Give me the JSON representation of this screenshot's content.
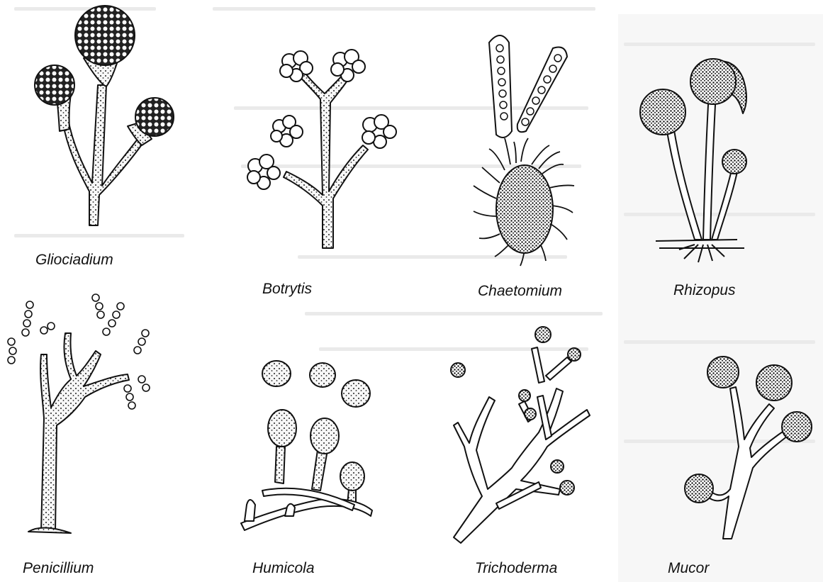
{
  "figure": {
    "specimens": [
      {
        "key": "gliocladium",
        "label": "Gliociadium"
      },
      {
        "key": "botrytis",
        "label": "Botrytis"
      },
      {
        "key": "chaetomium",
        "label": "Chaetomium"
      },
      {
        "key": "rhizopus",
        "label": "Rhizopus"
      },
      {
        "key": "penicillium",
        "label": "Penicillium"
      },
      {
        "key": "humicola",
        "label": "Humicola"
      },
      {
        "key": "trichoderma",
        "label": "Trichoderma"
      },
      {
        "key": "mucor",
        "label": "Mucor"
      }
    ],
    "colors": {
      "ink": "#111111",
      "background": "#ffffff",
      "bleed_through": "#dcdcdc",
      "right_panel": "#f4f4f4"
    }
  }
}
